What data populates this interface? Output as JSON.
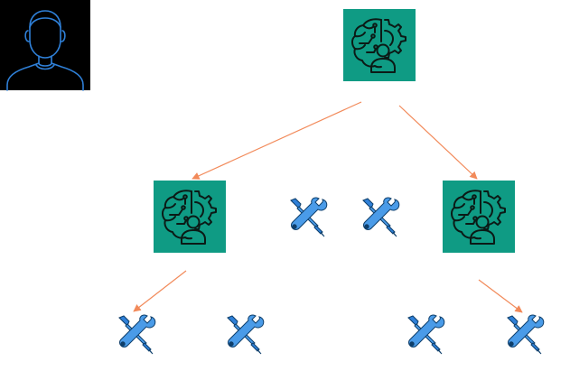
{
  "colors": {
    "background": "#ffffff",
    "agent_tile": "#0f9b84",
    "agent_line": "#0b1a16",
    "edge": "#f28a5a",
    "tool_blue": "#2f80d8",
    "tool_outline": "#0e3e6a",
    "user_bg": "#000000",
    "user_line": "#2f80d8"
  },
  "icons": {
    "user": "user-avatar-icon",
    "agent": "brain-gear-person-icon",
    "tool": "crossed-tools-icon"
  },
  "nodes": {
    "user": {
      "icon": "user-avatar-icon"
    },
    "root_agent": {
      "icon": "brain-gear-person-icon"
    },
    "left_agent": {
      "icon": "brain-gear-person-icon"
    },
    "right_agent": {
      "icon": "brain-gear-person-icon"
    },
    "tools": [
      "tool-mid-left",
      "tool-mid-right",
      "tool-bottom-1",
      "tool-bottom-2",
      "tool-bottom-3",
      "tool-bottom-4"
    ]
  },
  "edges": [
    {
      "from": "root_agent",
      "to": "left_agent"
    },
    {
      "from": "root_agent",
      "to": "right_agent"
    },
    {
      "from": "left_agent",
      "to": "tool-bottom-1"
    },
    {
      "from": "right_agent",
      "to": "tool-bottom-4"
    }
  ]
}
